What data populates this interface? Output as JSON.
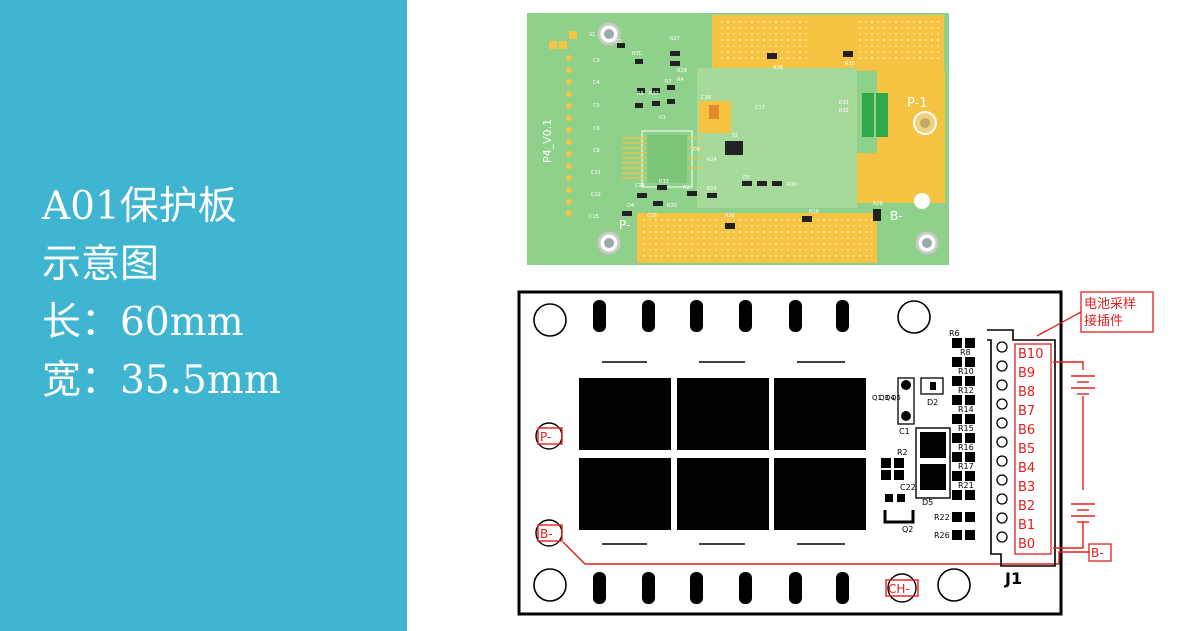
{
  "panel": {
    "title_lines": [
      "A01保护板",
      "示意图",
      "长：60mm",
      "宽：35.5mm"
    ],
    "background_color": "#3fb5d2",
    "text_color": "#ffffff"
  },
  "pcb_render": {
    "board_label": "P4_V0.1",
    "pad_labels": [
      "P-1",
      "B-",
      "P-"
    ],
    "components": [
      "S1",
      "C2",
      "C3",
      "C4",
      "C5",
      "C6",
      "C8",
      "C11",
      "C12",
      "C15",
      "R27",
      "R29",
      "NTC",
      "R5",
      "R7",
      "R4",
      "C18",
      "C17",
      "R37",
      "U1",
      "S1",
      "C9",
      "R24",
      "R31",
      "R32",
      "R18",
      "R35",
      "C14",
      "R33",
      "R2",
      "R25",
      "D4",
      "R20",
      "C16",
      "D3",
      "R30",
      "R36",
      "R19",
      "R28"
    ],
    "colors": {
      "board": "#8fd18a",
      "copper": "#f6c342",
      "silk": "#ffffff"
    }
  },
  "schematic": {
    "pads": [
      "P-",
      "B-",
      "CH-"
    ],
    "connector_label": "J1",
    "pins": [
      "B10",
      "B9",
      "B8",
      "B7",
      "B6",
      "B5",
      "B4",
      "B3",
      "B2",
      "B1",
      "B0"
    ],
    "pack_terminal": "B-",
    "connector_note_lines": [
      "电池采样",
      "接插件"
    ],
    "components": {
      "r6": "R6",
      "r8": "R8",
      "r10": "R10",
      "r12": "R12",
      "r14": "R14",
      "r15": "R15",
      "r16": "R16",
      "r17": "R17",
      "r21": "R21",
      "r22": "R22",
      "r26": "R26",
      "q1": "Q1",
      "d2": "D2",
      "q3": "Q3",
      "q4": "Q4",
      "q5": "Q5",
      "c1": "C1",
      "r2": "R2",
      "c22": "C22",
      "d5": "D5",
      "q2": "Q2"
    },
    "annotation_color": "#e02020"
  }
}
